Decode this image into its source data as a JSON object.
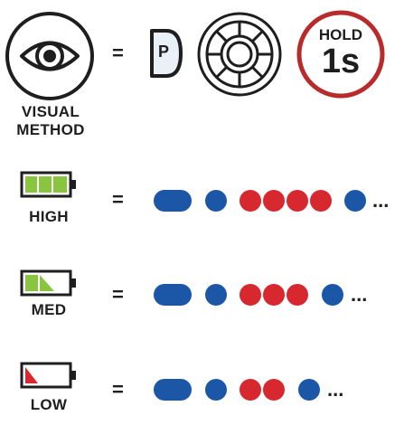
{
  "colors": {
    "blue": "#1b57a6",
    "red": "#d6282e",
    "green": "#8ac53f",
    "text": "#1e1e1e",
    "hold_ring": "#b92a2a"
  },
  "visual": {
    "icon": "eye-icon",
    "label_line1": "VISUAL",
    "label_line2": "METHOD",
    "equals": "=",
    "p_button_label": "P",
    "dial_icon": "dial-wheel-icon",
    "hold_label": "HOLD",
    "hold_time": "1s"
  },
  "levels": [
    {
      "label": "HIGH",
      "battery_icon": "battery-full-icon",
      "battery_fill": "green",
      "equals": "=",
      "sequence": [
        "long-blue",
        "blue",
        "red",
        "red",
        "red",
        "red",
        "blue"
      ],
      "ellipsis": "..."
    },
    {
      "label": "MED",
      "battery_icon": "battery-medium-icon",
      "battery_fill": "green",
      "equals": "=",
      "sequence": [
        "long-blue",
        "blue",
        "red",
        "red",
        "red",
        "blue"
      ],
      "ellipsis": "..."
    },
    {
      "label": "LOW",
      "battery_icon": "battery-low-icon",
      "battery_fill": "red",
      "equals": "=",
      "sequence": [
        "long-blue",
        "blue",
        "red",
        "red",
        "blue"
      ],
      "ellipsis": "..."
    }
  ]
}
